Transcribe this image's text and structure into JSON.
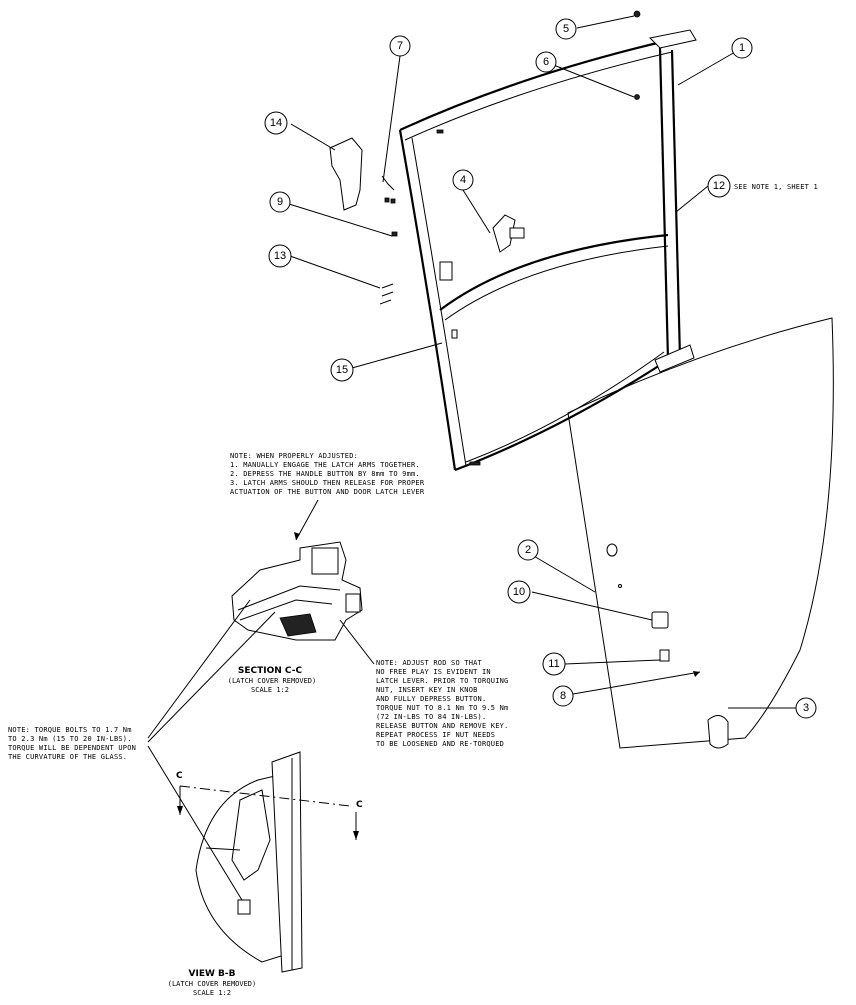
{
  "balloons": [
    {
      "id": "1",
      "label": "1"
    },
    {
      "id": "2",
      "label": "2"
    },
    {
      "id": "3",
      "label": "3"
    },
    {
      "id": "4",
      "label": "4"
    },
    {
      "id": "5",
      "label": "5"
    },
    {
      "id": "6",
      "label": "6"
    },
    {
      "id": "7",
      "label": "7"
    },
    {
      "id": "8",
      "label": "8"
    },
    {
      "id": "9",
      "label": "9"
    },
    {
      "id": "10",
      "label": "10"
    },
    {
      "id": "11",
      "label": "11"
    },
    {
      "id": "12",
      "label": "12"
    },
    {
      "id": "13",
      "label": "13"
    },
    {
      "id": "14",
      "label": "14"
    },
    {
      "id": "15",
      "label": "15"
    }
  ],
  "notes": {
    "note_12": "SEE NOTE 1, SHEET 1",
    "latch_adjust": [
      "NOTE: WHEN PROPERLY ADJUSTED:",
      "1. MANUALLY ENGAGE THE LATCH ARMS TOGETHER.",
      "2. DEPRESS THE HANDLE BUTTON BY 8mm TO 9mm.",
      "3. LATCH ARMS SHOULD THEN RELEASE FOR PROPER",
      "ACTUATION OF THE BUTTON AND DOOR LATCH LEVER"
    ],
    "rod_adjust": [
      "NOTE: ADJUST ROD SO THAT",
      "NO FREE PLAY IS EVIDENT IN",
      "LATCH LEVER.  PRIOR TO TORQUING",
      "NUT, INSERT KEY IN KNOB",
      "AND FULLY DEPRESS BUTTON.",
      "TORQUE NUT TO 8.1 Nm TO 9.5 Nm",
      "(72 IN-LBS TO 84 IN-LBS).",
      "RELEASE BUTTON AND REMOVE KEY.",
      "REPEAT PROCESS IF NUT NEEDS",
      "TO BE LOOSENED AND RE-TORQUED"
    ],
    "torque_bolts": [
      "NOTE: TORQUE BOLTS TO 1.7 Nm",
      "TO 2.3 Nm (15 TO 20 IN-LBS).",
      "TORQUE WILL BE DEPENDENT UPON",
      "THE CURVATURE OF THE GLASS."
    ]
  },
  "section_cc": {
    "title": "SECTION  C-C",
    "subtitle": "(LATCH COVER REMOVED)",
    "scale": "SCALE  1:2"
  },
  "view_bb": {
    "title": "VIEW  B-B",
    "subtitle": "(LATCH COVER REMOVED)",
    "scale": "SCALE  1:2"
  },
  "section_markers": {
    "left": "C",
    "right": "C"
  }
}
